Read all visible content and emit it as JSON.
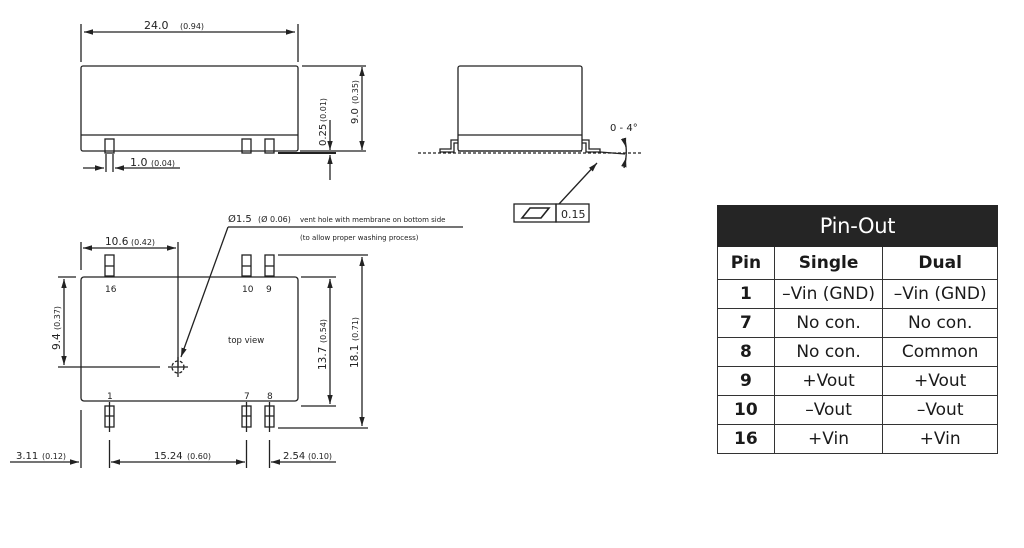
{
  "side_view": {
    "width_dim": "24.0",
    "width_dim_in": "(0.94)",
    "pin_width_dim": "1.0",
    "pin_width_dim_in": "(0.04)",
    "standoff_dim": "0.25",
    "standoff_dim_in": "(0.01)",
    "height_dim": "9.0",
    "height_dim_in": "(0.35)"
  },
  "end_view": {
    "angle_label": "0 - 4°",
    "flatness_value": "0.15"
  },
  "top_view": {
    "vent_note_line1_dim": "Ø1.5",
    "vent_note_line1_dim_in": "(Ø 0.06)",
    "vent_note_line1_text": "vent hole with membrane on bottom side",
    "vent_note_line2": "(to allow proper washing process)",
    "vent_x_dim": "10.6",
    "vent_x_dim_in": "(0.42)",
    "vent_y_dim": "9.4",
    "vent_y_dim_in": "(0.37)",
    "body_height_dim": "13.7",
    "body_height_dim_in": "(0.54)",
    "overall_height_dim": "18.1",
    "overall_height_dim_in": "(0.71)",
    "center_label": "top view",
    "pin_labels": {
      "p16": "16",
      "p10": "10",
      "p9": "9",
      "p1": "1",
      "p7": "7",
      "p8": "8"
    },
    "left_offset_dim": "3.11",
    "left_offset_dim_in": "(0.12)",
    "pitch_dim": "15.24",
    "pitch_dim_in": "(0.60)",
    "pin_spacing_dim": "2.54",
    "pin_spacing_dim_in": "(0.10)"
  },
  "pinout": {
    "title": "Pin-Out",
    "headers": [
      "Pin",
      "Single",
      "Dual"
    ],
    "rows": [
      {
        "pin": "1",
        "single": "–Vin (GND)",
        "dual": "–Vin (GND)"
      },
      {
        "pin": "7",
        "single": "No con.",
        "dual": "No con."
      },
      {
        "pin": "8",
        "single": "No con.",
        "dual": "Common"
      },
      {
        "pin": "9",
        "single": "+Vout",
        "dual": "+Vout"
      },
      {
        "pin": "10",
        "single": "–Vout",
        "dual": "–Vout"
      },
      {
        "pin": "16",
        "single": "+Vin",
        "dual": "+Vin"
      }
    ],
    "header_bg": "#252525",
    "header_fg": "#ffffff"
  }
}
